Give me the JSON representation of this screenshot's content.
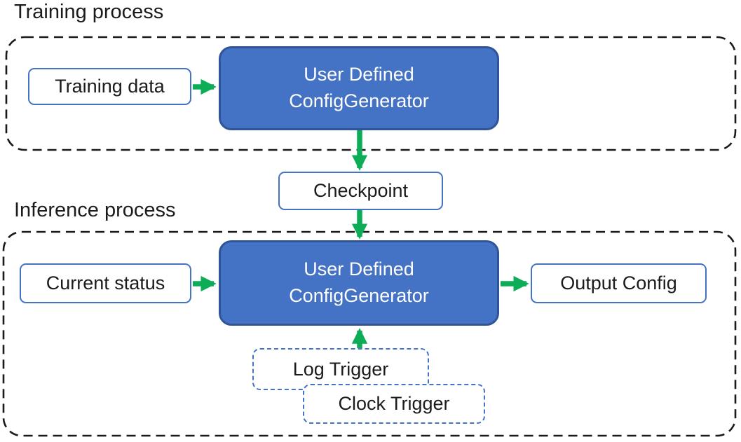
{
  "colors": {
    "accent_blue": "#4472C4",
    "accent_blue_dark": "#2F5597",
    "arrow_green": "#0CAD56",
    "dash_black": "#1A1A1A"
  },
  "training_section": {
    "title": "Training process",
    "input_label": "Training data",
    "generator_label_line1": "User Defined",
    "generator_label_line2": "ConfigGenerator"
  },
  "checkpoint": {
    "label": "Checkpoint"
  },
  "inference_section": {
    "title": "Inference process",
    "input_label": "Current status",
    "generator_label_line1": "User Defined",
    "generator_label_line2": "ConfigGenerator",
    "output_label": "Output Config",
    "log_trigger_label": "Log Trigger",
    "clock_trigger_label": "Clock Trigger"
  }
}
